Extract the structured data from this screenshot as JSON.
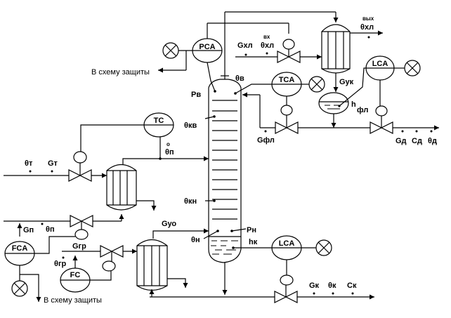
{
  "title": "Distillation column control scheme",
  "instruments": {
    "pca": "PCA",
    "tc": "TC",
    "tca": "TCA",
    "lca_top": "LCA",
    "lca_bottom": "LCA",
    "fca": "FCA",
    "fc": "FC"
  },
  "labels": {
    "protection_top": "В схему защиты",
    "protection_bottom": "В схему защиты",
    "p_top": "Pв",
    "theta_top": "θв",
    "theta_kv": "θкв",
    "theta_kn": "θкн",
    "theta_n": "θн",
    "p_bottom": "Pн",
    "h_k": "hк",
    "theta_feed_sup": "o",
    "theta_feed": "θп",
    "theta_t": "θт",
    "g_t": "Gт",
    "g_p": "Gп",
    "theta_p": "θп",
    "g_gr": "Gгр",
    "theta_gr": "θгр",
    "g_uo": "Gуо",
    "g_hl": "Gхл",
    "theta_hl_in_sup": "вх",
    "theta_hl_in": "θхл",
    "theta_hl_out_sup": "вых",
    "theta_hl_out": "θхл",
    "g_uk": "Gук",
    "h_fl_h": "h",
    "h_fl_sub": "фл",
    "g_fl": "Gфл",
    "g_d": "Gд",
    "c_d": "Cд",
    "theta_d": "θд",
    "g_k": "Gк",
    "theta_k": "θк",
    "c_k": "Cк"
  }
}
